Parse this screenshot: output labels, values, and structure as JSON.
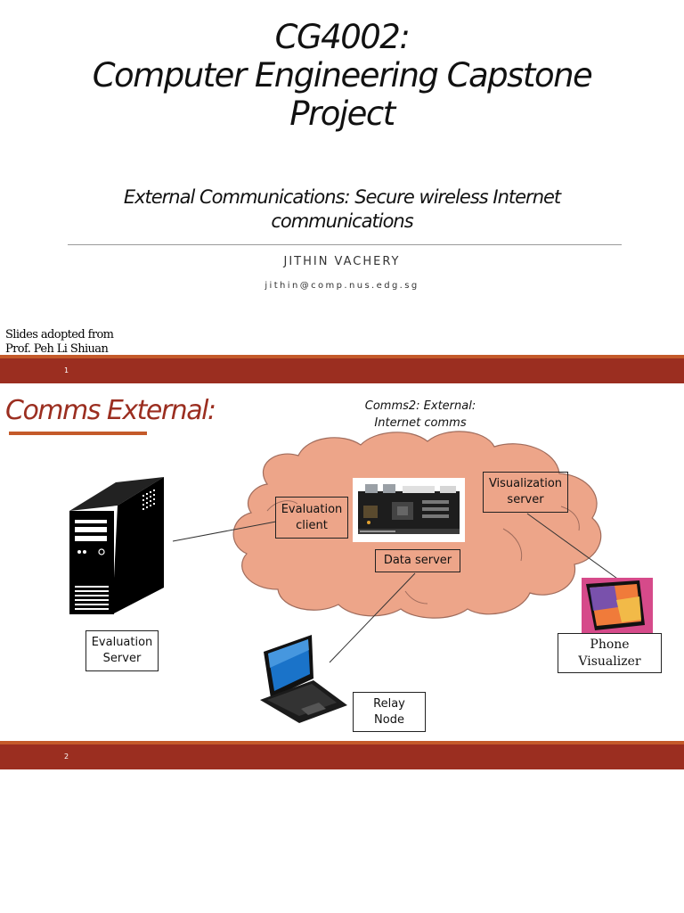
{
  "slide1": {
    "title_lines": [
      "CG4002:",
      "Computer Engineering Capstone",
      "Project"
    ],
    "subtitle_lines": [
      "External Communications: Secure wireless Internet",
      "communications"
    ],
    "author": "JITHIN VACHERY",
    "email": "jithin@comp.nus.edg.sg",
    "credit_lines": [
      "Slides adopted from",
      "Prof. Peh Li Shiuan"
    ],
    "page_number": "1"
  },
  "slide2": {
    "title": "Comms External:",
    "cloud_caption_lines": [
      "Comms2: External:",
      "Internet comms"
    ],
    "evaluation_client_lines": [
      "Evaluation",
      "client"
    ],
    "visualization_server_lines": [
      "Visualization",
      "server"
    ],
    "data_server": "Data server",
    "evaluation_server_lines": [
      "Evaluation",
      "Server"
    ],
    "relay_node_lines": [
      "Relay",
      "Node"
    ],
    "phone_visualizer_lines": [
      "Phone",
      "Visualizer"
    ],
    "page_number": "2"
  },
  "colors": {
    "accent": "#9b2e20",
    "accent_light": "#c45a2a",
    "cloud_fill": "#eda589",
    "cloud_stroke": "#a06c5c"
  }
}
